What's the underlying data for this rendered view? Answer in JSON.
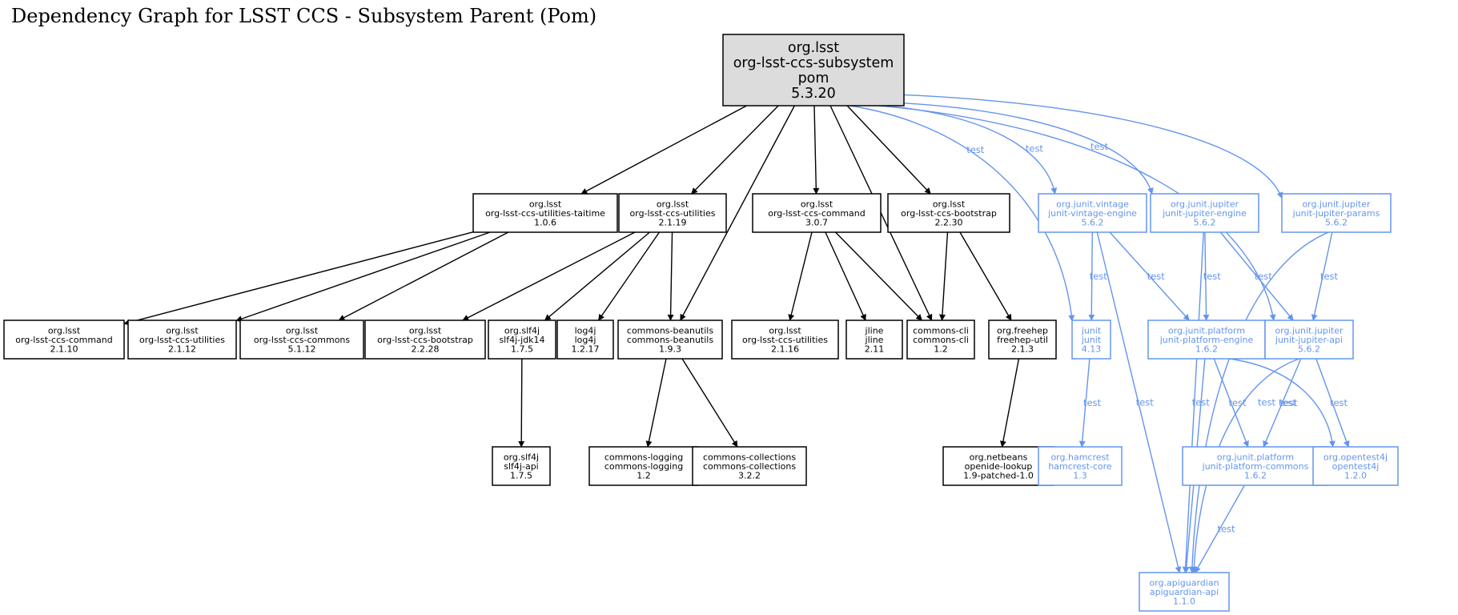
{
  "title": "Dependency Graph for LSST CCS - Subsystem Parent (Pom)",
  "colors": {
    "compile": "#000000",
    "test": "#6495ED",
    "root_fill": "#DCDCDC"
  },
  "nodes": [
    {
      "id": "root",
      "lines": [
        "org.lsst",
        "org-lsst-ccs-subsystem",
        "pom",
        "5.3.20"
      ],
      "scope": "root"
    },
    {
      "id": "taitime",
      "lines": [
        "org.lsst",
        "org-lsst-ccs-utilities-taitime",
        "1.0.6"
      ],
      "scope": "compile"
    },
    {
      "id": "utilities",
      "lines": [
        "org.lsst",
        "org-lsst-ccs-utilities",
        "2.1.19"
      ],
      "scope": "compile"
    },
    {
      "id": "command",
      "lines": [
        "org.lsst",
        "org-lsst-ccs-command",
        "3.0.7"
      ],
      "scope": "compile"
    },
    {
      "id": "bootstrap",
      "lines": [
        "org.lsst",
        "org-lsst-ccs-bootstrap",
        "2.2.30"
      ],
      "scope": "compile"
    },
    {
      "id": "vintage",
      "lines": [
        "org.junit.vintage",
        "junit-vintage-engine",
        "5.6.2"
      ],
      "scope": "test"
    },
    {
      "id": "jupiter_engine",
      "lines": [
        "org.junit.jupiter",
        "junit-jupiter-engine",
        "5.6.2"
      ],
      "scope": "test"
    },
    {
      "id": "jupiter_params",
      "lines": [
        "org.junit.jupiter",
        "junit-jupiter-params",
        "5.6.2"
      ],
      "scope": "test"
    },
    {
      "id": "command_old",
      "lines": [
        "org.lsst",
        "org-lsst-ccs-command",
        "2.1.10"
      ],
      "scope": "compile"
    },
    {
      "id": "utilities_old",
      "lines": [
        "org.lsst",
        "org-lsst-ccs-utilities",
        "2.1.12"
      ],
      "scope": "compile"
    },
    {
      "id": "commons",
      "lines": [
        "org.lsst",
        "org-lsst-ccs-commons",
        "5.1.12"
      ],
      "scope": "compile"
    },
    {
      "id": "bootstrap_old",
      "lines": [
        "org.lsst",
        "org-lsst-ccs-bootstrap",
        "2.2.28"
      ],
      "scope": "compile"
    },
    {
      "id": "slf4j_jdk14",
      "lines": [
        "org.slf4j",
        "slf4j-jdk14",
        "1.7.5"
      ],
      "scope": "compile"
    },
    {
      "id": "log4j",
      "lines": [
        "log4j",
        "log4j",
        "1.2.17"
      ],
      "scope": "compile"
    },
    {
      "id": "beanutils",
      "lines": [
        "commons-beanutils",
        "commons-beanutils",
        "1.9.3"
      ],
      "scope": "compile"
    },
    {
      "id": "utilities_216",
      "lines": [
        "org.lsst",
        "org-lsst-ccs-utilities",
        "2.1.16"
      ],
      "scope": "compile"
    },
    {
      "id": "jline",
      "lines": [
        "jline",
        "jline",
        "2.11"
      ],
      "scope": "compile"
    },
    {
      "id": "commons_cli",
      "lines": [
        "commons-cli",
        "commons-cli",
        "1.2"
      ],
      "scope": "compile"
    },
    {
      "id": "freehep",
      "lines": [
        "org.freehep",
        "freehep-util",
        "2.1.3"
      ],
      "scope": "compile"
    },
    {
      "id": "junit",
      "lines": [
        "junit",
        "junit",
        "4.13"
      ],
      "scope": "test"
    },
    {
      "id": "platform_engine",
      "lines": [
        "org.junit.platform",
        "junit-platform-engine",
        "1.6.2"
      ],
      "scope": "test"
    },
    {
      "id": "jupiter_api",
      "lines": [
        "org.junit.jupiter",
        "junit-jupiter-api",
        "5.6.2"
      ],
      "scope": "test"
    },
    {
      "id": "slf4j_api",
      "lines": [
        "org.slf4j",
        "slf4j-api",
        "1.7.5"
      ],
      "scope": "compile"
    },
    {
      "id": "logging",
      "lines": [
        "commons-logging",
        "commons-logging",
        "1.2"
      ],
      "scope": "compile"
    },
    {
      "id": "collections",
      "lines": [
        "commons-collections",
        "commons-collections",
        "3.2.2"
      ],
      "scope": "compile"
    },
    {
      "id": "openide",
      "lines": [
        "org.netbeans",
        "openide-lookup",
        "1.9-patched-1.0"
      ],
      "scope": "compile"
    },
    {
      "id": "hamcrest",
      "lines": [
        "org.hamcrest",
        "hamcrest-core",
        "1.3"
      ],
      "scope": "test"
    },
    {
      "id": "platform_commons",
      "lines": [
        "org.junit.platform",
        "junit-platform-commons",
        "1.6.2"
      ],
      "scope": "test"
    },
    {
      "id": "opentest4j",
      "lines": [
        "org.opentest4j",
        "opentest4j",
        "1.2.0"
      ],
      "scope": "test"
    },
    {
      "id": "apiguardian",
      "lines": [
        "org.apiguardian",
        "apiguardian-api",
        "1.1.0"
      ],
      "scope": "test"
    }
  ],
  "edges": [
    {
      "from": "root",
      "to": "taitime",
      "label": ""
    },
    {
      "from": "root",
      "to": "utilities",
      "label": ""
    },
    {
      "from": "root",
      "to": "command",
      "label": ""
    },
    {
      "from": "root",
      "to": "bootstrap",
      "label": ""
    },
    {
      "from": "root",
      "to": "beanutils",
      "label": ""
    },
    {
      "from": "root",
      "to": "commons_cli",
      "label": ""
    },
    {
      "from": "root",
      "to": "junit",
      "label": "test"
    },
    {
      "from": "root",
      "to": "vintage",
      "label": "test"
    },
    {
      "from": "root",
      "to": "jupiter_engine",
      "label": "test"
    },
    {
      "from": "root",
      "to": "jupiter_api",
      "label": "test"
    },
    {
      "from": "root",
      "to": "jupiter_params",
      "label": "test"
    },
    {
      "from": "taitime",
      "to": "command_old",
      "label": ""
    },
    {
      "from": "taitime",
      "to": "utilities_old",
      "label": ""
    },
    {
      "from": "taitime",
      "to": "commons",
      "label": ""
    },
    {
      "from": "utilities",
      "to": "bootstrap_old",
      "label": ""
    },
    {
      "from": "utilities",
      "to": "slf4j_jdk14",
      "label": ""
    },
    {
      "from": "utilities",
      "to": "log4j",
      "label": ""
    },
    {
      "from": "utilities",
      "to": "beanutils",
      "label": ""
    },
    {
      "from": "command",
      "to": "utilities_216",
      "label": ""
    },
    {
      "from": "command",
      "to": "jline",
      "label": ""
    },
    {
      "from": "command",
      "to": "commons_cli",
      "label": ""
    },
    {
      "from": "bootstrap",
      "to": "commons_cli",
      "label": ""
    },
    {
      "from": "bootstrap",
      "to": "freehep",
      "label": ""
    },
    {
      "from": "slf4j_jdk14",
      "to": "slf4j_api",
      "label": ""
    },
    {
      "from": "beanutils",
      "to": "logging",
      "label": ""
    },
    {
      "from": "beanutils",
      "to": "collections",
      "label": ""
    },
    {
      "from": "freehep",
      "to": "openide",
      "label": ""
    },
    {
      "from": "vintage",
      "to": "junit",
      "label": "test"
    },
    {
      "from": "vintage",
      "to": "platform_engine",
      "label": "test"
    },
    {
      "from": "vintage",
      "to": "apiguardian",
      "label": "test"
    },
    {
      "from": "jupiter_engine",
      "to": "platform_engine",
      "label": "test"
    },
    {
      "from": "jupiter_engine",
      "to": "jupiter_api",
      "label": "test"
    },
    {
      "from": "jupiter_engine",
      "to": "apiguardian",
      "label": "test"
    },
    {
      "from": "jupiter_params",
      "to": "jupiter_api",
      "label": "test"
    },
    {
      "from": "jupiter_params",
      "to": "apiguardian",
      "label": "test"
    },
    {
      "from": "junit",
      "to": "hamcrest",
      "label": "test"
    },
    {
      "from": "platform_engine",
      "to": "platform_commons",
      "label": "test"
    },
    {
      "from": "platform_engine",
      "to": "opentest4j",
      "label": "test"
    },
    {
      "from": "platform_engine",
      "to": "apiguardian",
      "label": "test"
    },
    {
      "from": "jupiter_api",
      "to": "platform_commons",
      "label": "test"
    },
    {
      "from": "jupiter_api",
      "to": "opentest4j",
      "label": "test"
    },
    {
      "from": "jupiter_api",
      "to": "apiguardian",
      "label": "test"
    },
    {
      "from": "platform_commons",
      "to": "apiguardian",
      "label": "test"
    }
  ]
}
